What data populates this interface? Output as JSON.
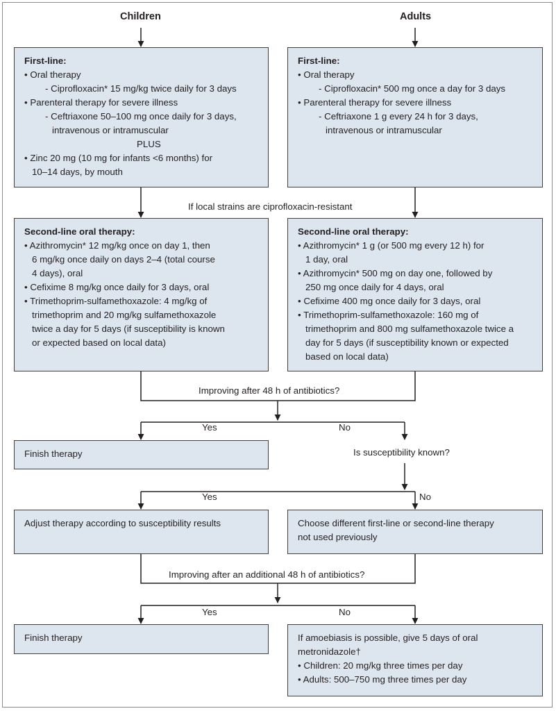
{
  "headers": {
    "children": "Children",
    "adults": "Adults"
  },
  "children_first_line": {
    "title": "First-line:",
    "lines": [
      "• Oral therapy",
      "- Ciprofloxacin* 15 mg/kg twice daily for 3 days",
      "• Parenteral therapy for severe illness",
      "- Ceftriaxone 50–100 mg once daily for 3 days,",
      "intravenous or intramuscular",
      "PLUS",
      "• Zinc 20 mg (10 mg for infants <6 months) for",
      "10–14 days, by mouth"
    ]
  },
  "adults_first_line": {
    "title": "First-line:",
    "lines": [
      "• Oral therapy",
      "- Ciprofloxacin* 500 mg once a day for 3 days",
      "• Parenteral therapy for severe illness",
      "- Ceftriaxone 1 g every 24 h for 3 days,",
      "intravenous or intramuscular"
    ]
  },
  "resistance_condition": "If local strains are ciprofloxacin-resistant",
  "children_second_line": {
    "title": "Second-line oral therapy:",
    "lines": [
      "• Azithromycin* 12 mg/kg once on day 1, then",
      "6 mg/kg once daily on days 2–4 (total course",
      "4 days), oral",
      "• Cefixime 8 mg/kg once daily for 3 days, oral",
      "• Trimethoprim-sulfamethoxazole: 4 mg/kg of",
      "trimethoprim and 20 mg/kg sulfamethoxazole",
      "twice a day for 5 days (if susceptibility is known",
      "or expected based on local data)"
    ]
  },
  "adults_second_line": {
    "title": "Second-line oral therapy:",
    "lines": [
      "• Azithromycin* 1 g (or 500 mg every 12 h) for",
      "1 day, oral",
      "• Azithromycin* 500 mg on day one, followed by",
      "250 mg once daily for 4 days, oral",
      "• Cefixime 400 mg once daily for 3 days, oral",
      "• Trimethoprim-sulfamethoxazole: 160 mg of",
      "trimethoprim and 800 mg sulfamethoxazole twice a",
      "day for 5 days (if susceptibility known or expected",
      "based on local data)"
    ]
  },
  "question_48h": "Improving after 48 h of antibiotics?",
  "yes_1": "Yes",
  "no_1": "No",
  "finish_therapy_1": "Finish therapy",
  "question_susceptibility": "Is susceptibility known?",
  "yes_2": "Yes",
  "no_2": "No",
  "adjust_therapy": "Adjust therapy according to susceptibility results",
  "choose_different": {
    "lines": [
      "Choose different first-line or second-line therapy",
      "not used previously"
    ]
  },
  "question_additional": "Improving after an additional 48 h of antibiotics?",
  "yes_3": "Yes",
  "no_3": "No",
  "finish_therapy_2": "Finish therapy",
  "amoebiasis": {
    "lines": [
      "If amoebiasis is possible, give 5 days of oral",
      "metronidazole†",
      "• Children: 20 mg/kg three times per day",
      "• Adults: 500–750 mg three times per day"
    ]
  }
}
